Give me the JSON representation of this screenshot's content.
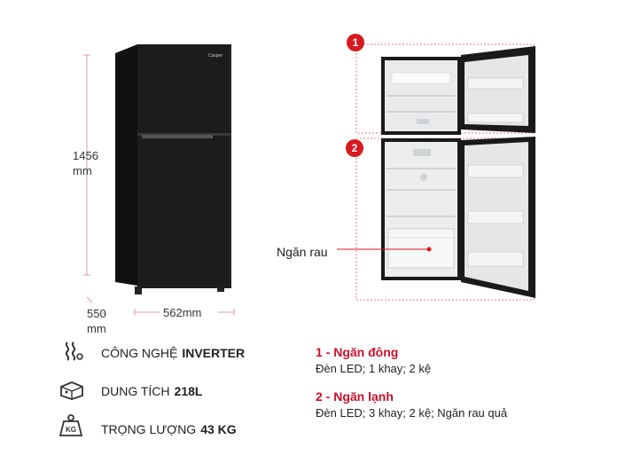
{
  "dimensions": {
    "height_value": "1456",
    "height_unit": "mm",
    "depth_value": "550",
    "depth_unit": "mm",
    "width_label": "562mm"
  },
  "fridge": {
    "brand_logo": "Casper"
  },
  "callouts": {
    "badge_1": "1",
    "badge_2": "2",
    "crisper_label": "Ngăn rau"
  },
  "specs": [
    {
      "icon": "inverter-icon",
      "label": "CÔNG NGHỆ",
      "value": "INVERTER"
    },
    {
      "icon": "capacity-icon",
      "label": "DUNG TÍCH",
      "value": "218L"
    },
    {
      "icon": "weight-icon",
      "label": "TRỌNG LƯỢNG",
      "value": "43 KG",
      "icon_text": "KG"
    }
  ],
  "compartments": [
    {
      "title": "1 - Ngăn đông",
      "desc": "Đèn LED; 1 khay; 2 kệ"
    },
    {
      "title": "2 - Ngăn lạnh",
      "desc": "Đèn LED; 3 khay; 2 kệ; Ngăn rau quả"
    }
  ],
  "colors": {
    "accent": "#d71920",
    "fridge_body": "#1c1c1c",
    "dimension_line": "#d9a0a0"
  }
}
